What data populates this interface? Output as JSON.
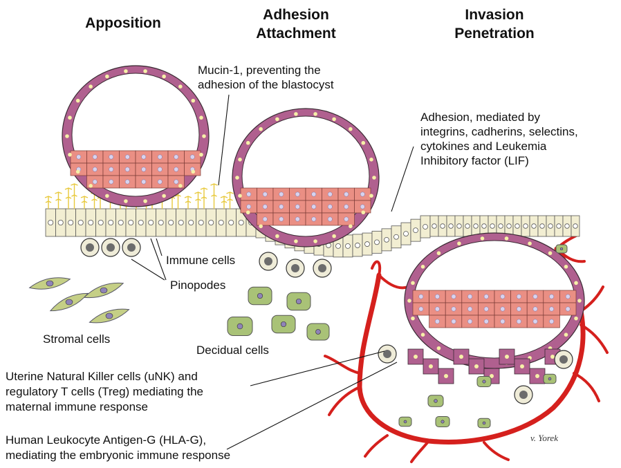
{
  "headings": {
    "apposition": "Apposition",
    "adhesion_line1": "Adhesion",
    "adhesion_line2": "Attachment",
    "invasion_line1": "Invasion",
    "invasion_line2": "Penetration"
  },
  "labels": {
    "mucin_line1": "Mucin-1, preventing the",
    "mucin_line2": "adhesion of the blastocyst",
    "adhesion_factors_line1": "Adhesion, mediated by",
    "adhesion_factors_line2": "integrins, cadherins, selectins,",
    "adhesion_factors_line3": "cytokines and Leukemia",
    "adhesion_factors_line4": "Inhibitory factor (LIF)",
    "immune_cells": "Immune cells",
    "pinopodes": "Pinopodes",
    "stromal_cells": "Stromal cells",
    "decidual_cells": "Decidual cells",
    "unk_line1": "Uterine Natural Killer cells (uNK) and",
    "unk_line2": "regulatory T cells (Treg) mediating the",
    "unk_line3": "maternal immune response",
    "hlag_line1": "Human Leukocyte Antigen-G (HLA-G),",
    "hlag_line2": "mediating the embryonic immune response"
  },
  "signature": "v. Yorek",
  "colors": {
    "trophoblast": "#b0608f",
    "inner_cell_mass": "#ea8f84",
    "epithelium": "#f2eed2",
    "stromal": "#c5cf86",
    "decidual": "#a9c277",
    "vessel": "#d5201d",
    "pinopode": "#e8c93c",
    "nucleus": "#8f83b8"
  }
}
